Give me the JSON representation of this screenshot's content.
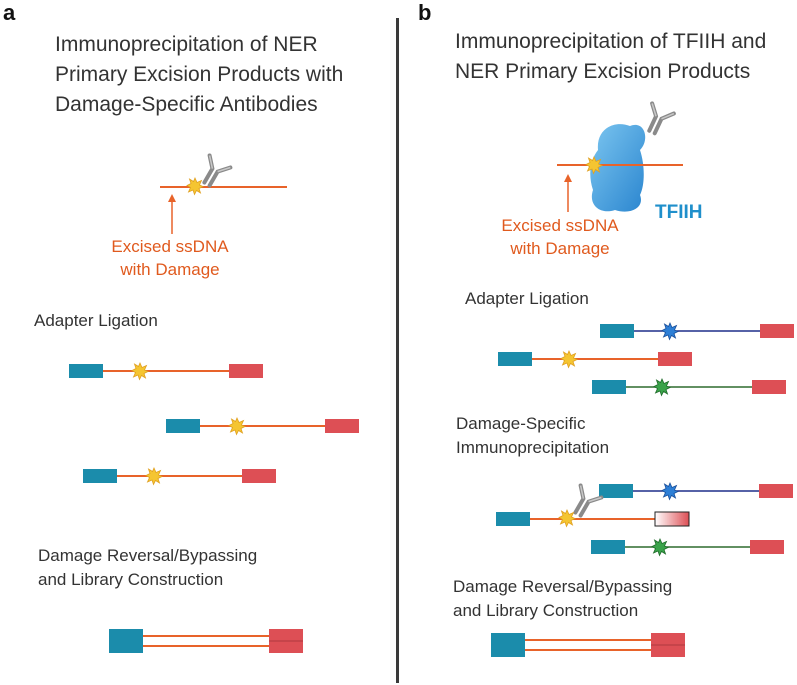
{
  "panel_a": {
    "letter": "a",
    "title_lines": [
      "Immunoprecipitation of NER",
      "Primary Excision Products with",
      "Damage-Specific Antibodies"
    ],
    "excised_lines": [
      "Excised ssDNA",
      "with Damage"
    ],
    "step1": "Adapter Ligation",
    "step2_lines": [
      "Damage Reversal/Bypassing",
      "and Library Construction"
    ]
  },
  "panel_b": {
    "letter": "b",
    "title_lines": [
      "Immunoprecipitation of TFIIH and",
      "NER Primary Excision Products"
    ],
    "tfiih": "TFIIH",
    "excised_lines": [
      "Excised ssDNA",
      "with Damage"
    ],
    "step1": "Adapter Ligation",
    "step2_lines": [
      "Damage-Specific",
      "Immunoprecipitation"
    ],
    "step3_lines": [
      "Damage Reversal/Bypassing",
      "and Library Construction"
    ]
  },
  "colors": {
    "strand_orange": "#e8632a",
    "strand_blue": "#1f2f8a",
    "strand_green": "#2e6b2e",
    "adapter_teal": "#1b8cab",
    "adapter_red": "#dd4f55",
    "damage_yellow": "#f5c531",
    "damage_blue": "#2d7fd6",
    "damage_green": "#3aa34a",
    "tfiih_blue": "#3d9ee0"
  }
}
